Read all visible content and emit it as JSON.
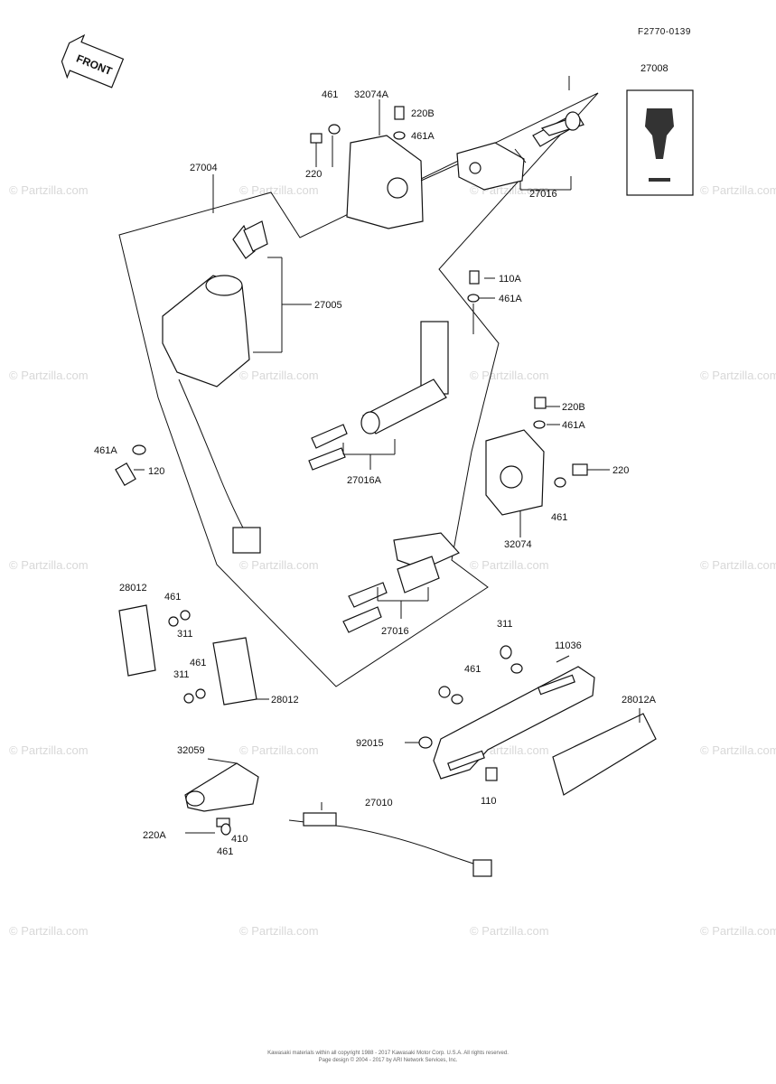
{
  "diagram": {
    "ref_code": "F2770-0139",
    "front_label": "FRONT",
    "watermark": "© Partzilla.com",
    "labels": {
      "p27008": "27008",
      "p461_top": "461",
      "p32074A": "32074A",
      "p220B_top": "220B",
      "p461A_top": "461A",
      "p220_top": "220",
      "p27004": "27004",
      "p27016_top": "27016",
      "p27005": "27005",
      "p110A": "110A",
      "p461A_mid": "461A",
      "p461A_left": "461A",
      "p120": "120",
      "p27016A": "27016A",
      "p220B_right": "220B",
      "p461A_right": "461A",
      "p220_right": "220",
      "p461_right": "461",
      "p32074": "32074",
      "p28012_a": "28012",
      "p461_a": "461",
      "p311_a": "311",
      "p461_b": "461",
      "p311_b": "311",
      "p28012_b": "28012",
      "p27016_bottom": "27016",
      "p311_c": "311",
      "p11036": "11036",
      "p461_c": "461",
      "p28012A": "28012A",
      "p92015": "92015",
      "p110": "110",
      "p32059": "32059",
      "p27010": "27010",
      "p220A": "220A",
      "p410": "410",
      "p461_d": "461"
    },
    "footer_line1": "Kawasaki materials within all copyright 1988 - 2017 Kawasaki Motor Corp. U.S.A. All rights reserved.",
    "footer_line2": "Page design © 2004 - 2017 by ARI Network Services, Inc."
  }
}
